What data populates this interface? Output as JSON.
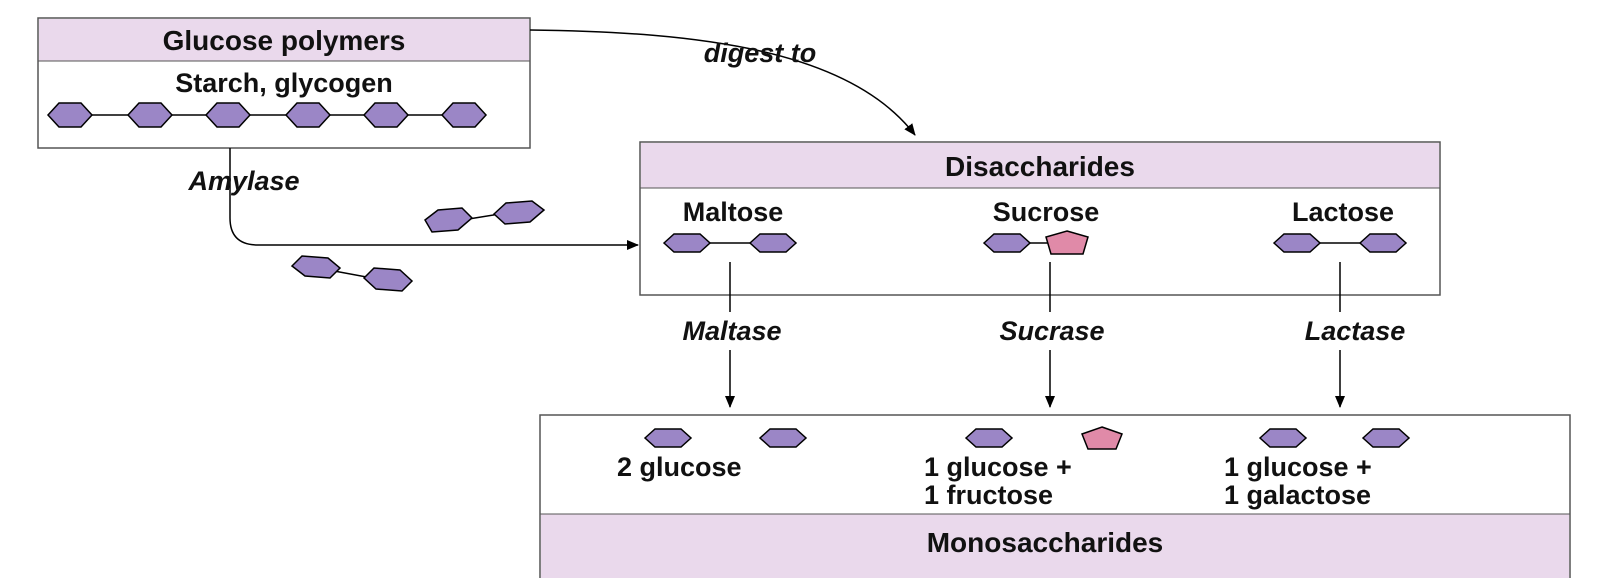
{
  "polymers": {
    "header": "Glucose polymers",
    "subtitle": "Starch, glycogen"
  },
  "digest_label": "digest to",
  "amylase_label": "Amylase",
  "disaccharides": {
    "header": "Disaccharides",
    "items": [
      {
        "name": "Maltose",
        "enzyme": "Maltase"
      },
      {
        "name": "Sucrose",
        "enzyme": "Sucrase"
      },
      {
        "name": "Lactose",
        "enzyme": "Lactase"
      }
    ]
  },
  "monosaccharides": {
    "header": "Monosaccharides",
    "products": [
      {
        "line1": "2 glucose",
        "line2": ""
      },
      {
        "line1": "1 glucose +",
        "line2": "1 fructose"
      },
      {
        "line1": "1 glucose +",
        "line2": "1 galactose"
      }
    ]
  },
  "colors": {
    "glucose_fill": "#9b86c6",
    "fructose_fill": "#e08aa8",
    "header_band": "#ead9ec",
    "border": "#555555",
    "line": "#000000"
  }
}
